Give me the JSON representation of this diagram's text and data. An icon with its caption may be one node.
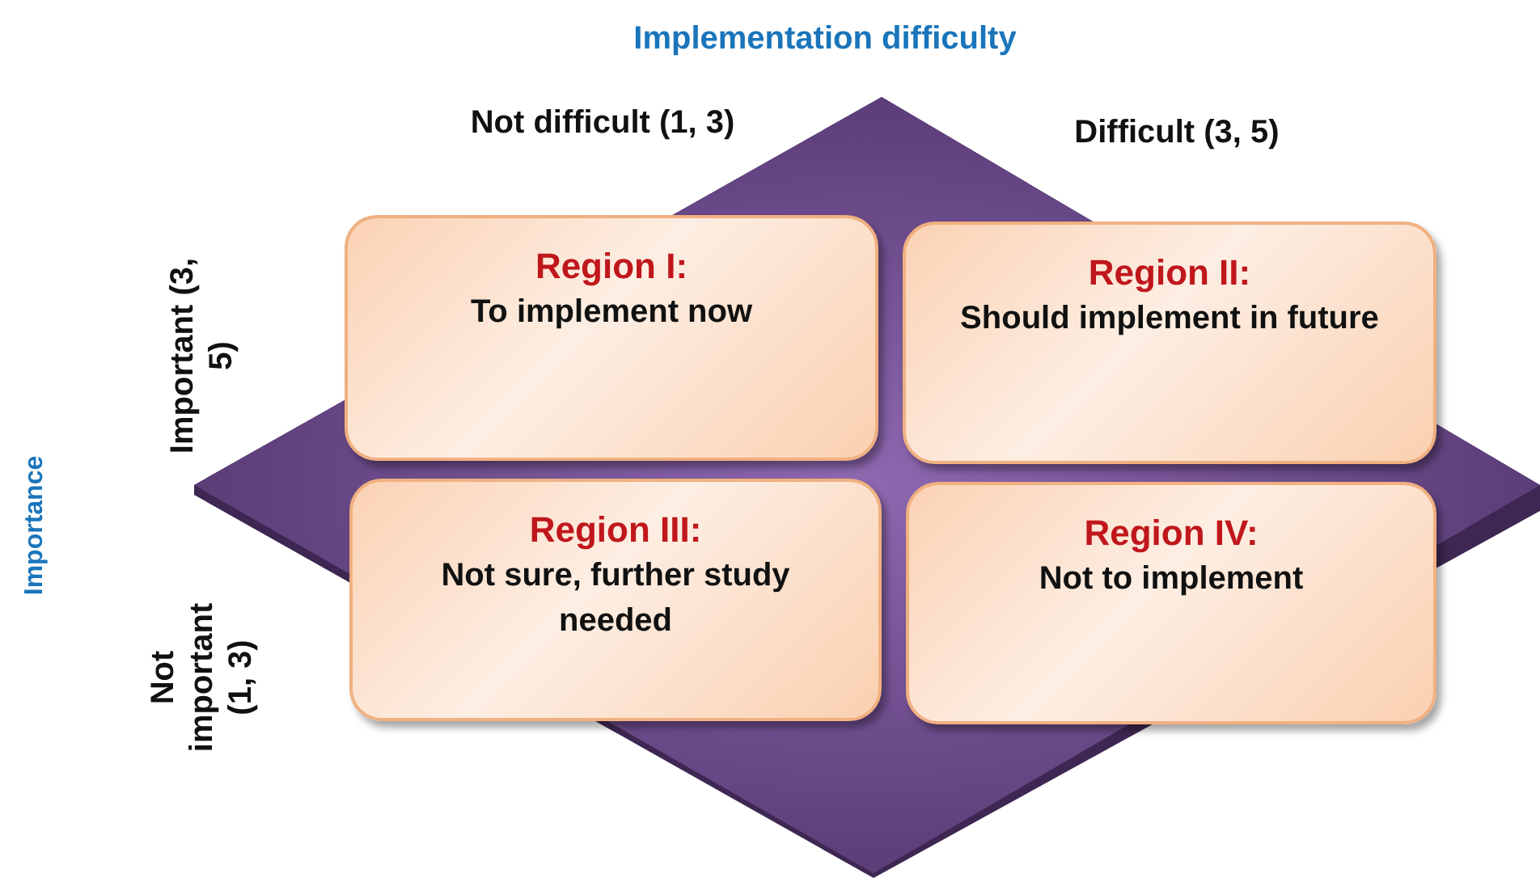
{
  "diagram": {
    "nodes": [
      {
        "text": [
          "Region I:",
          "To implement now"
        ]
      },
      {
        "text": [
          "Region II:",
          "Should implement in future"
        ]
      },
      {
        "text": [
          "Region III:",
          "Not sure, further study needed"
        ]
      },
      {
        "text": [
          "Region IV:",
          "Not to implement"
        ]
      }
    ],
    "labels": [
      "Implementation difficulty",
      "Not difficult (1, 3)",
      "Difficult (3, 5)",
      "Important (3, 5)",
      "Importance",
      "Not important (1, 3)"
    ]
  }
}
